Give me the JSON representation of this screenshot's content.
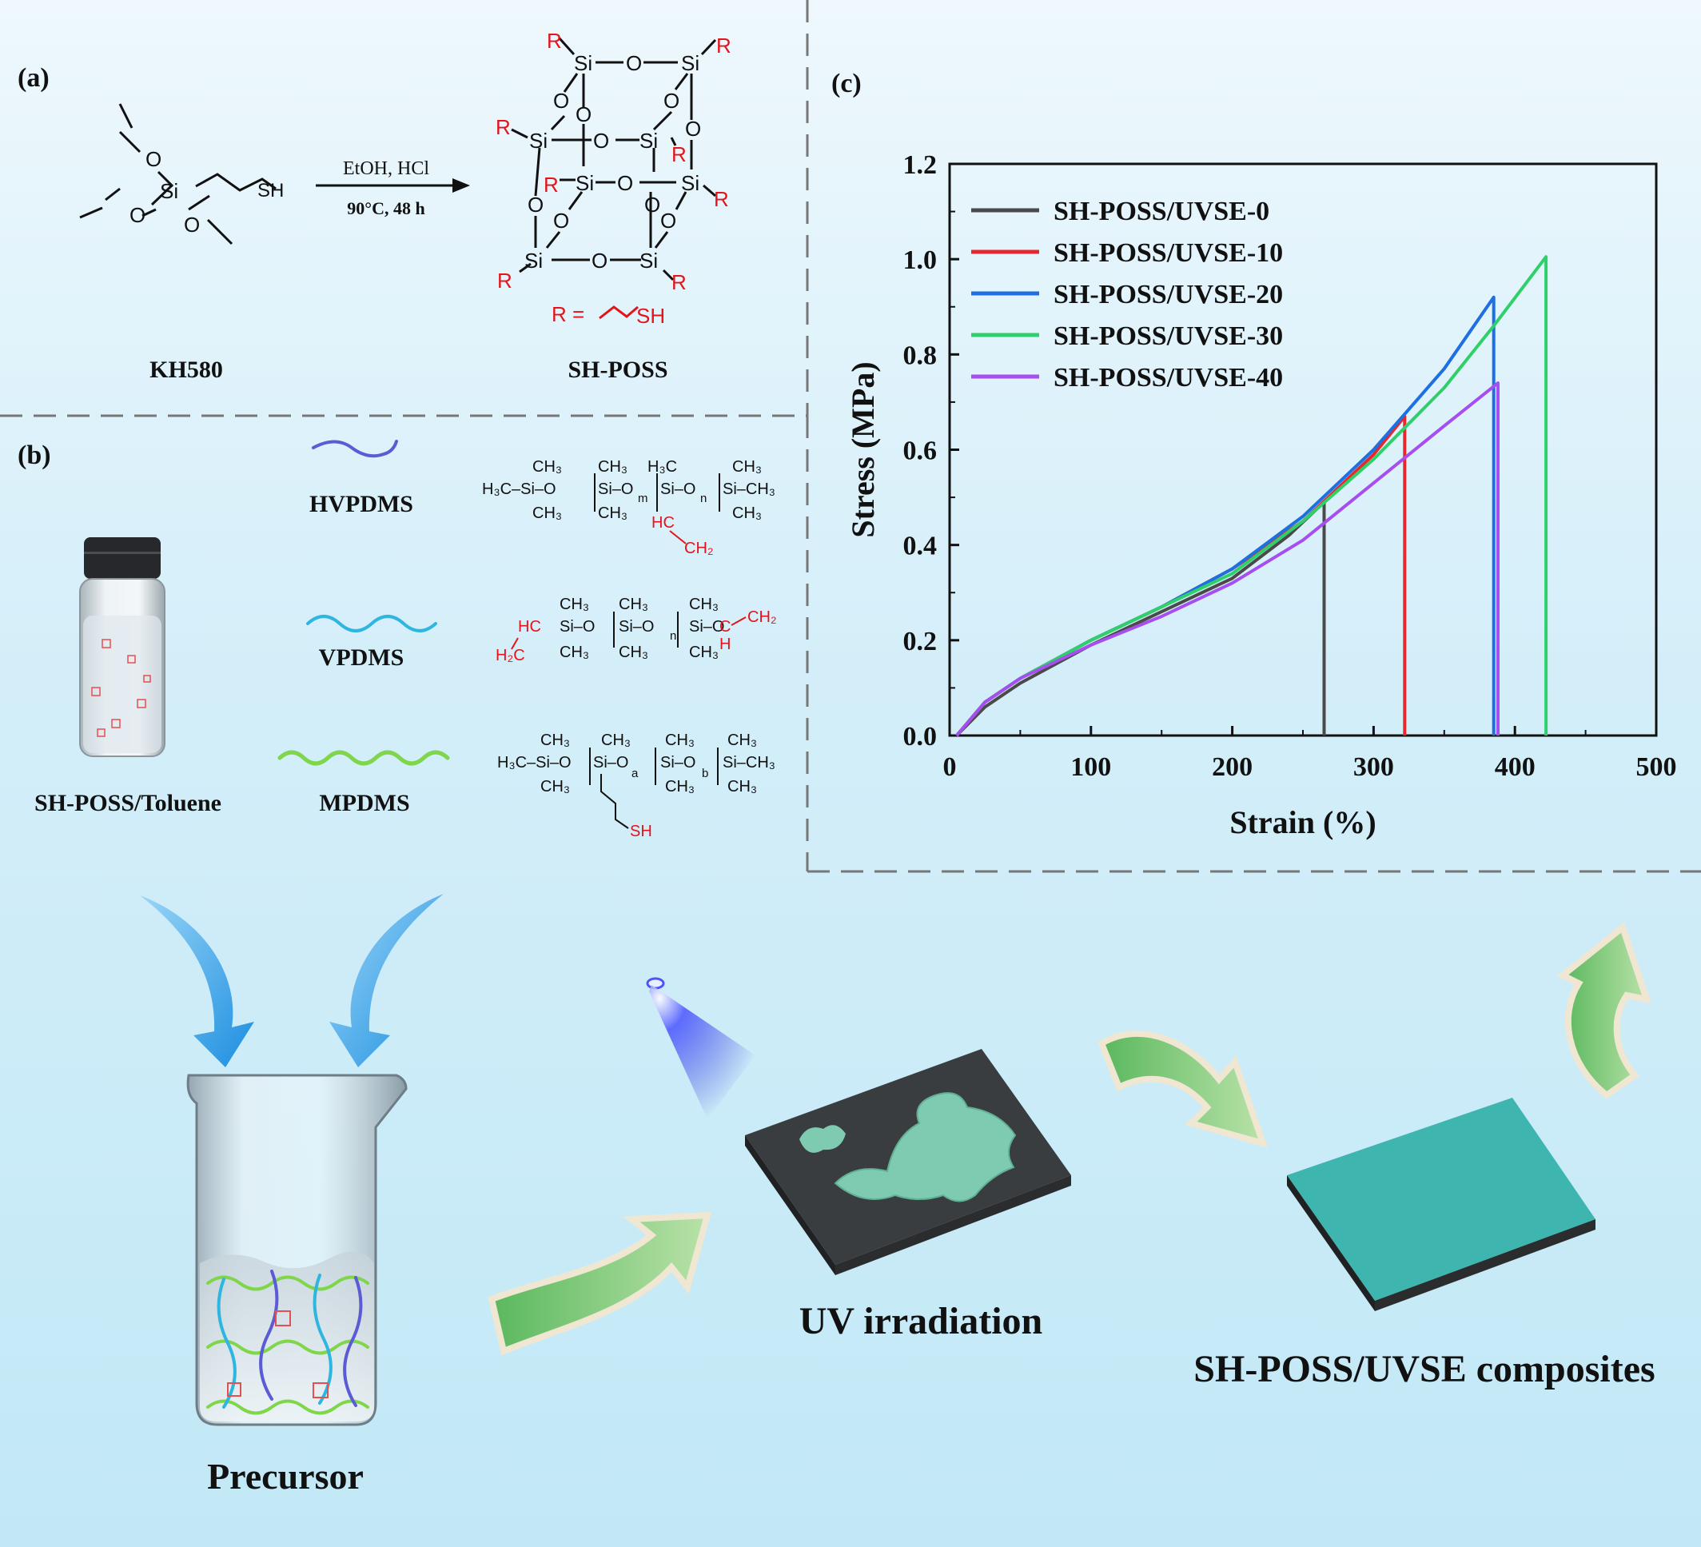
{
  "panel_a": {
    "label": "(a)",
    "reactant_name": "KH580",
    "product_name": "SH-POSS",
    "conditions_top": "EtOH, HCl",
    "conditions_bottom": "90°C, 48 h",
    "r_definition": "R =",
    "r_group_end": "SH",
    "reactant_group": "SH",
    "si": "Si",
    "o": "O",
    "r": "R"
  },
  "panel_b": {
    "label": "(b)",
    "vial_label": "SH-POSS/Toluene",
    "materials": [
      {
        "name": "HVPDMS",
        "color": "#5b5bd6"
      },
      {
        "name": "VPDMS",
        "color": "#2fb6e0"
      },
      {
        "name": "MPDMS",
        "color": "#7fd64a"
      }
    ],
    "formula_hvpdms": {
      "left": "H₃C–Si–O",
      "mid1": "Si–O",
      "mid2": "Si–O",
      "right": "Si–CH₃",
      "ch3": "CH₃",
      "h3c": "H₃C",
      "m": "m",
      "n": "n",
      "vinyl_hc": "HC",
      "vinyl_ch2": "CH₂"
    },
    "formula_vpdms": {
      "left_hc": "HC",
      "left_h2c": "H₂C",
      "chain": "Si–O",
      "right_c": "C",
      "right_h": "H",
      "right_ch2": "CH₂",
      "ch3": "CH₃",
      "n": "n"
    },
    "formula_mpdms": {
      "left": "H₃C–Si–O",
      "chain": "Si–O",
      "right": "Si–CH₃",
      "ch3": "CH₃",
      "a": "a",
      "b": "b",
      "sh": "SH"
    }
  },
  "panel_c": {
    "label": "(c)"
  },
  "process": {
    "precursor_label": "Precursor",
    "uv_label": "UV irradiation",
    "composite_label": "SH-POSS/UVSE composites"
  },
  "chart_data": {
    "type": "line",
    "xlabel": "Strain (%)",
    "ylabel": "Stress (MPa)",
    "xlim": [
      0,
      500
    ],
    "ylim": [
      0,
      1.2
    ],
    "xticks": [
      0,
      100,
      200,
      300,
      400,
      500
    ],
    "yticks": [
      0.0,
      0.2,
      0.4,
      0.6,
      0.8,
      1.0,
      1.2
    ],
    "legend_position": "top-left",
    "series": [
      {
        "name": "SH-POSS/UVSE-0",
        "color": "#4a4a4a",
        "points": [
          [
            5,
            0
          ],
          [
            25,
            0.06
          ],
          [
            50,
            0.11
          ],
          [
            100,
            0.19
          ],
          [
            150,
            0.26
          ],
          [
            200,
            0.33
          ],
          [
            240,
            0.42
          ],
          [
            265,
            0.49
          ]
        ],
        "break_strain": 265,
        "break_stress": 0.49
      },
      {
        "name": "SH-POSS/UVSE-10",
        "color": "#e8262d",
        "points": [
          [
            5,
            0
          ],
          [
            25,
            0.07
          ],
          [
            50,
            0.12
          ],
          [
            100,
            0.2
          ],
          [
            150,
            0.27
          ],
          [
            200,
            0.35
          ],
          [
            250,
            0.45
          ],
          [
            300,
            0.59
          ],
          [
            322,
            0.67
          ]
        ],
        "break_strain": 322,
        "break_stress": 0.67
      },
      {
        "name": "SH-POSS/UVSE-20",
        "color": "#1e6fe0",
        "points": [
          [
            5,
            0
          ],
          [
            25,
            0.07
          ],
          [
            50,
            0.12
          ],
          [
            100,
            0.2
          ],
          [
            150,
            0.27
          ],
          [
            200,
            0.35
          ],
          [
            250,
            0.46
          ],
          [
            300,
            0.6
          ],
          [
            350,
            0.77
          ],
          [
            385,
            0.92
          ]
        ],
        "break_strain": 385,
        "break_stress": 0.92
      },
      {
        "name": "SH-POSS/UVSE-30",
        "color": "#2fd06a",
        "points": [
          [
            5,
            0
          ],
          [
            25,
            0.07
          ],
          [
            50,
            0.12
          ],
          [
            100,
            0.2
          ],
          [
            150,
            0.27
          ],
          [
            200,
            0.34
          ],
          [
            250,
            0.45
          ],
          [
            300,
            0.58
          ],
          [
            350,
            0.73
          ],
          [
            385,
            0.86
          ],
          [
            422,
            1.005
          ]
        ],
        "break_strain": 422,
        "break_stress": 1.005
      },
      {
        "name": "SH-POSS/UVSE-40",
        "color": "#a64ef0",
        "points": [
          [
            5,
            0
          ],
          [
            25,
            0.07
          ],
          [
            50,
            0.12
          ],
          [
            100,
            0.19
          ],
          [
            150,
            0.25
          ],
          [
            200,
            0.32
          ],
          [
            250,
            0.41
          ],
          [
            300,
            0.53
          ],
          [
            350,
            0.65
          ],
          [
            388,
            0.74
          ]
        ],
        "break_strain": 388,
        "break_stress": 0.74
      }
    ]
  }
}
